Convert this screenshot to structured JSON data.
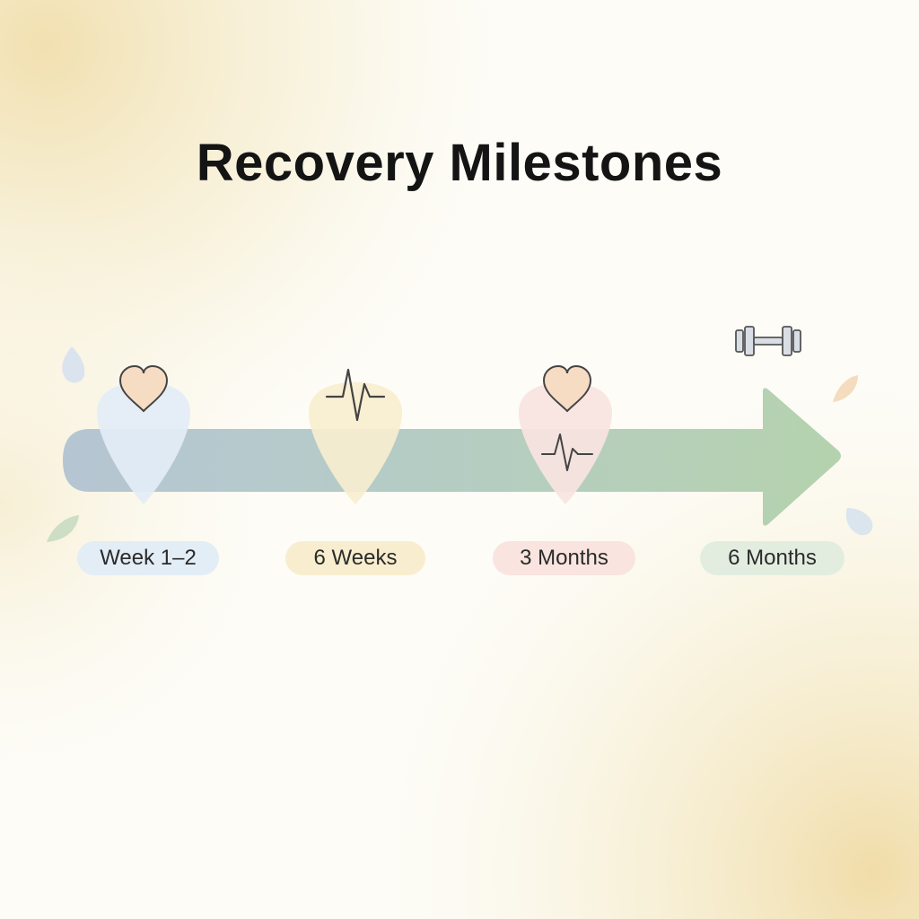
{
  "title": "Recovery Milestones",
  "colors": {
    "arrow_start": "#a9bdd0",
    "arrow_end": "#a8cba2",
    "stage_1": "#e3edf6",
    "stage_2": "#f8eecf",
    "stage_3": "#f9e4df",
    "stage_4": "#e2ede0",
    "heart_fill": "#f6dcc3",
    "line_color": "#444444"
  },
  "milestones": [
    {
      "label": "Week 1–2",
      "icons": [
        "heart-icon"
      ]
    },
    {
      "label": "6 Weeks",
      "icons": [
        "heartbeat-icon"
      ]
    },
    {
      "label": "3 Months",
      "icons": [
        "heart-icon",
        "heartbeat-icon"
      ]
    },
    {
      "label": "6 Months",
      "icons": [
        "dumbbell-icon"
      ]
    }
  ]
}
